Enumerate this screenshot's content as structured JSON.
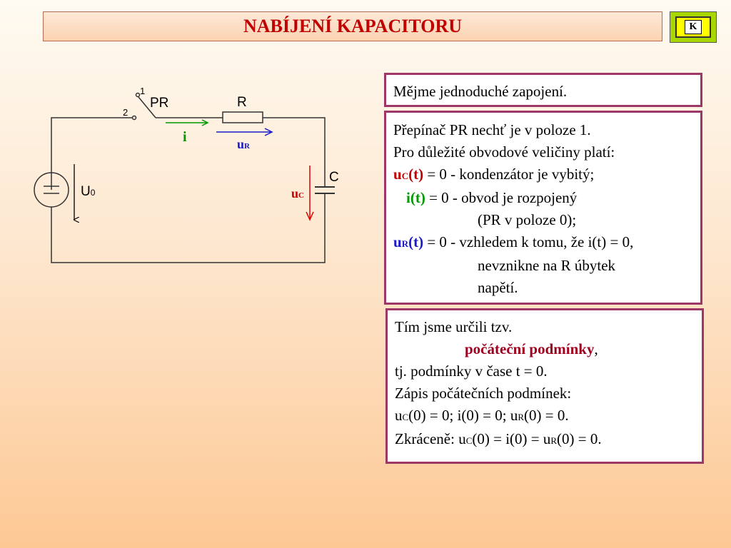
{
  "title": "NABÍJENÍ KAPACITORU",
  "k_button": {
    "label": "K"
  },
  "circuit": {
    "switch_label": "PR",
    "switch_pos1": "1",
    "switch_pos2": "2",
    "resistor_label": "R",
    "capacitor_label": "C",
    "source_label": "U",
    "source_sub": "0",
    "current_label": "i",
    "ur_label": "u",
    "ur_sub": "R",
    "uc_label": "u",
    "uc_sub": "C"
  },
  "box1": {
    "text": "Mějme jednoduché zapojení."
  },
  "box2": {
    "line1": "Přepínač PR nechť je v poloze 1.",
    "line2": "Pro důležité obvodové veličiny platí:",
    "uc_u": "u",
    "uc_sub": "C",
    "uc_t": "(t)",
    "uc_rest": " = 0 - kondenzátor je vybitý;",
    "i_t": "i(t)",
    "i_rest": " = 0 - obvod je rozpojený",
    "i_cont": "(PR v poloze 0);",
    "ur_u": "u",
    "ur_sub": "R",
    "ur_t": "(t)",
    "ur_rest": " = 0  - vzhledem k tomu, že i(t) = 0,",
    "ur_cont1": "nevznikne na R úbytek",
    "ur_cont2": "napětí."
  },
  "box3": {
    "line1": "Tím jsme určili tzv.",
    "highlight": "počáteční podmínky",
    "comma": ",",
    "line3": "tj. podmínky v čase t = 0.",
    "line4": "Zápis počátečních podmínek:",
    "l5_a": "u",
    "l5_sub1": "C",
    "l5_b": "(0) = 0; i(0) = 0; u",
    "l5_sub2": "R",
    "l5_c": "(0) = 0.",
    "l6_a": "Zkráceně: u",
    "l6_sub1": "C",
    "l6_b": "(0) = i(0) = u",
    "l6_sub2": "R",
    "l6_c": "(0) = 0."
  }
}
